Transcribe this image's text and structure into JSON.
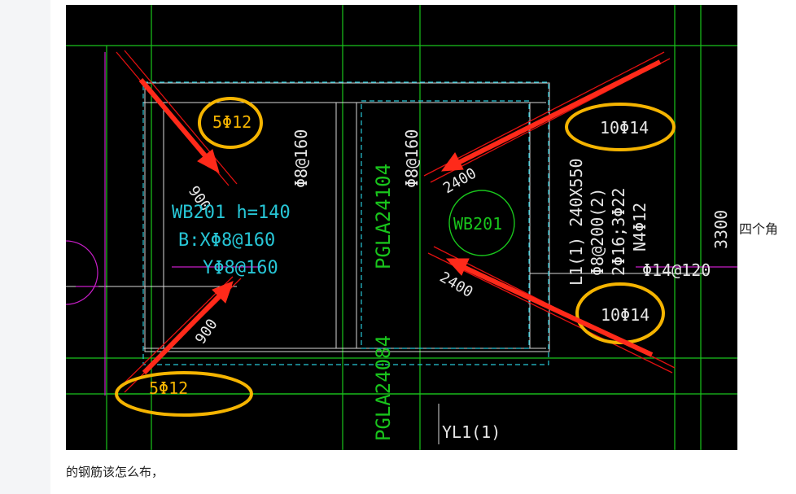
{
  "drawing": {
    "rebar_top_left": "5Φ12",
    "rebar_bottom_left": "5Φ12",
    "rebar_top_right": "10Φ14",
    "rebar_mid_right": "10Φ14",
    "dist_900_a": "900",
    "dist_900_b": "900",
    "dist_2400_a": "2400",
    "dist_2400_b": "2400",
    "slab_name": "WB201 h=140",
    "slab_bx": "B:XΦ8@160",
    "slab_y": "YΦ8@160",
    "phi_left": "Φ8@160",
    "phi_center": "Φ8@160",
    "pgla_top": "PGLA24104",
    "pgla_bottom": "PGLA24084",
    "circle_label": "WB201",
    "beam_l1": "L1(1) 240X550",
    "beam_stirrup": "Φ8@200(2)",
    "beam_bars": "2Φ16;3Φ22",
    "beam_n4": "N4Φ12",
    "beam_phi14": "Φ14@120",
    "dim_3300": "3300",
    "yl_label": "YL1(1)"
  },
  "side_text": "四个角",
  "question_text": "的钢筋该怎么布，",
  "colors": {
    "highlight": "#f5b400",
    "arrow": "#ff2a1a",
    "green": "#19c41c",
    "cyan": "#27c6d6",
    "white": "#e6e6e6",
    "magenta": "#c81ec8"
  }
}
